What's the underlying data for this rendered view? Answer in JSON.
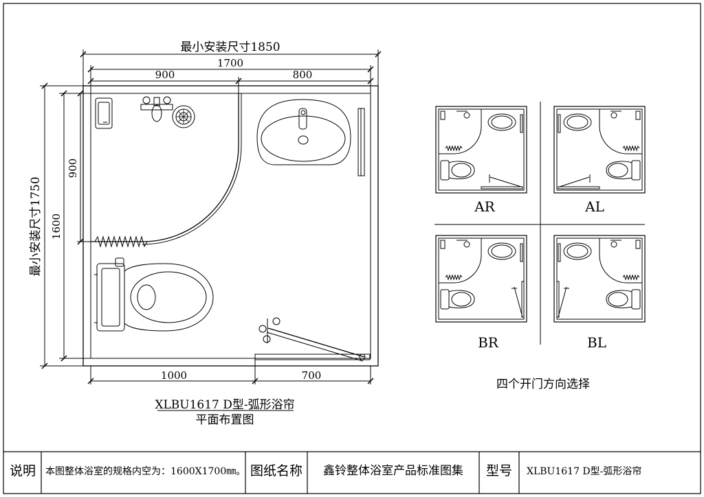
{
  "plan": {
    "min_width_label": "最小安装尺寸1850",
    "min_height_label": "最小安装尺寸1750",
    "dim_total_width": "1700",
    "dim_top_left": "900",
    "dim_top_right": "800",
    "dim_total_height": "1600",
    "dim_left_upper": "900",
    "dim_bottom_left": "1000",
    "dim_bottom_right": "700",
    "caption_model": "XLBU1617 D型-弧形浴帘",
    "caption_title": "平面布置图"
  },
  "variants": {
    "labels": [
      "AR",
      "AL",
      "BR",
      "BL"
    ],
    "caption": "四个开门方向选择"
  },
  "title_block": {
    "note_label": "说明",
    "note_text": "本图整体浴室的规格内空为：1600X1700㎜。",
    "drawing_name_label": "图纸名称",
    "drawing_name": "鑫铃整体浴室产品标准图集",
    "model_label": "型号",
    "model": "XLBU1617 D型-弧形浴帘"
  }
}
